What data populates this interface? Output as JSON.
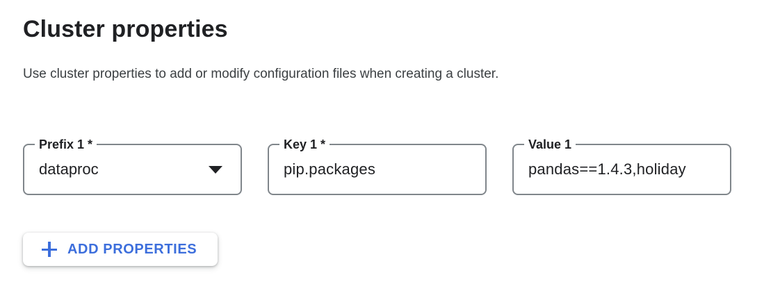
{
  "page": {
    "title": "Cluster properties",
    "description": "Use cluster properties to add or modify configuration files when creating a cluster."
  },
  "properties_form": {
    "rows": [
      {
        "prefix": {
          "label": "Prefix 1 *",
          "value": "dataproc",
          "control": "dropdown",
          "required": true
        },
        "key": {
          "label": "Key 1 *",
          "value": "pip.packages",
          "control": "text",
          "required": true
        },
        "value": {
          "label": "Value 1",
          "value": "pandas==1.4.3,holiday",
          "control": "text",
          "required": false,
          "truncated": true
        }
      }
    ],
    "add_button": {
      "label": "ADD PROPERTIES",
      "icon": "add-icon"
    }
  },
  "colors": {
    "accent_blue": "#3c6edc",
    "text_primary": "#202124",
    "text_secondary": "#3c4043",
    "field_border": "#80868b",
    "background": "#ffffff"
  }
}
